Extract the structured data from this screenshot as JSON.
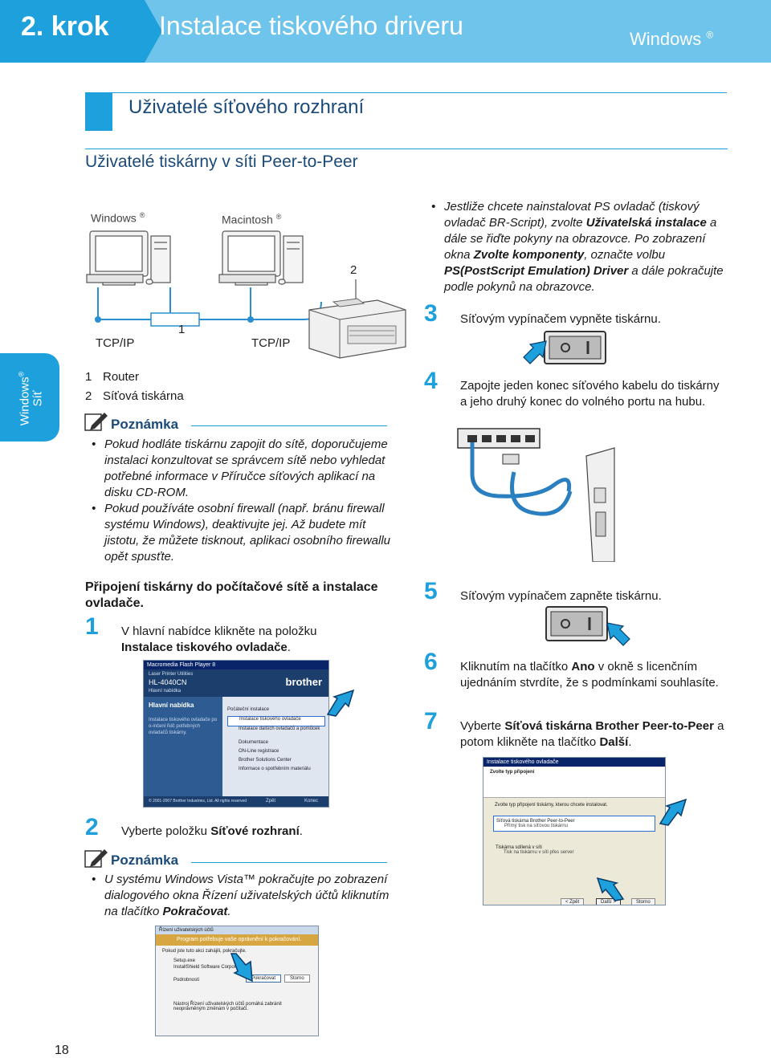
{
  "header": {
    "step": "2. krok",
    "title": "Instalace tiskového driveru",
    "os": "Windows",
    "os_mark": "®"
  },
  "section_title": "Uživatelé síťového rozhraní",
  "subsection_title": "Uživatelé tiskárny v síti Peer-to-Peer",
  "side_tab": {
    "line1": "Windows",
    "mark": "®",
    "line2": "Síť"
  },
  "diagram": {
    "windows_label": "Windows",
    "mac_label": "Macintosh",
    "mark": "®",
    "tcp_left": "TCP/IP",
    "tcp_right": "TCP/IP",
    "callout_1": "1",
    "callout_2": "2"
  },
  "legend": [
    {
      "num": "1",
      "text": "Router"
    },
    {
      "num": "2",
      "text": "Síťová tiskárna"
    }
  ],
  "note1": {
    "title": "Poznámka",
    "items": [
      "Pokud hodláte tiskárnu zapojit do sítě, doporučujeme instalaci konzultovat se správcem sítě nebo vyhledat potřebné informace v Příručce síťových aplikací na disku CD-ROM.",
      "Pokud používáte osobní firewall (např. bránu firewall systému Windows), deaktivujte jej. Až budete mít jistotu, že můžete tisknout, aplikaci osobního firewallu opět spusťte."
    ]
  },
  "connect_heading": "Připojení tiskárny do počítačové sítě a instalace ovladače.",
  "step1": {
    "num": "1",
    "text_a": "V hlavní nabídce klikněte na položku",
    "text_b": "Instalace tiskového ovladače",
    "text_c": "."
  },
  "step2": {
    "num": "2",
    "text_a": "Vyberte položku ",
    "text_b": "Síťové rozhraní",
    "text_c": "."
  },
  "note2": {
    "title": "Poznámka",
    "text_a": "U systému Windows Vista™ pokračujte po zobrazení dialogového okna Řízení uživatelských účtů kliknutím na tlačítko ",
    "text_b": "Pokračovat",
    "text_c": "."
  },
  "right_bullet": {
    "a": "Jestliže chcete nainstalovat PS ovladač (tiskový ovladač BR-Script), zvolte ",
    "b": "Uživatelská instalace",
    "c": " a dále se řiďte pokyny na obrazovce. Po zobrazení okna ",
    "d": "Zvolte komponenty",
    "e": ", označte volbu ",
    "f": "PS(PostScript Emulation) Driver",
    "g": " a dále pokračujte podle pokynů na obrazovce."
  },
  "step3": {
    "num": "3",
    "text": "Síťovým vypínačem vypněte tiskárnu."
  },
  "step4": {
    "num": "4",
    "text": "Zapojte jeden konec síťového kabelu do tiskárny a jeho druhý konec do volného portu na hubu."
  },
  "step5": {
    "num": "5",
    "text": "Síťovým vypínačem zapněte tiskárnu."
  },
  "step6": {
    "num": "6",
    "text_a": "Kliknutím na tlačítko ",
    "text_b": "Ano",
    "text_c": " v okně s licenčním ujednáním stvrdíte, že s podmínkami souhlasíte."
  },
  "step7": {
    "num": "7",
    "text_a": "Vyberte ",
    "text_b": "Síťová tiskárna Brother Peer-to-Peer",
    "text_c": " a potom klikněte na tlačítko ",
    "text_d": "Další",
    "text_e": "."
  },
  "menu_shot": {
    "titlebar": "Macromedia Flash Player 8",
    "product_line": "Laser Printer Utilities",
    "model": "HL-4040CN",
    "crumb": "Hlavní nabídka",
    "section": "Hlavní nabídka",
    "description": "Instalace tiskového ovladače po o-inčení řidč potřebných ovladačů tiskárny.",
    "brand": "brother",
    "menu": [
      "Počáteční instalace",
      "Instalace tiskového ovladače",
      "Instalace dalších ovladačů a pomůcek",
      "Dokumentace",
      "ON-Line registrace",
      "Brother Solutions Center",
      "Informace o spotřebním materiálu"
    ],
    "copyright": "© 2001-2007 Brother Industries, Ltd. All rights reserved",
    "back": "Zpět",
    "exit": "Konec"
  },
  "uac_shot": {
    "titlebar": "Řízení uživatelských účtů",
    "banner": "Program potřebuje vaše oprávnění k pokračování.",
    "line1": "Pokud jste tuto akci zahájili, pokračujte.",
    "app_name": "Setup.exe",
    "app_vendor": "InstallShield Software Corporation",
    "details": "Podrobnosti",
    "continue": "Pokračovat",
    "cancel": "Storno",
    "footer": "Nástroj Řízení uživatelských účtů pomáhá zabránit neoprávněným změnám v počítači."
  },
  "type_shot": {
    "titlebar": "Instalace tiskového ovladače",
    "heading": "Zvolte typ připojení",
    "prompt": "Zvolte typ připojení tiskárny, kterou chcete instalovat.",
    "opt1_title": "Síťová tiskárna Brother Peer-to-Peer",
    "opt1_sub": "Přímý tisk na síťovou tiskárnu",
    "opt2_title": "Tiskárna sdílená v síti",
    "opt2_sub": "Tisk na tiskárnu v síti přes server",
    "back": "< Zpět",
    "next": "Další >",
    "cancel": "Storno"
  },
  "page_number": "18"
}
